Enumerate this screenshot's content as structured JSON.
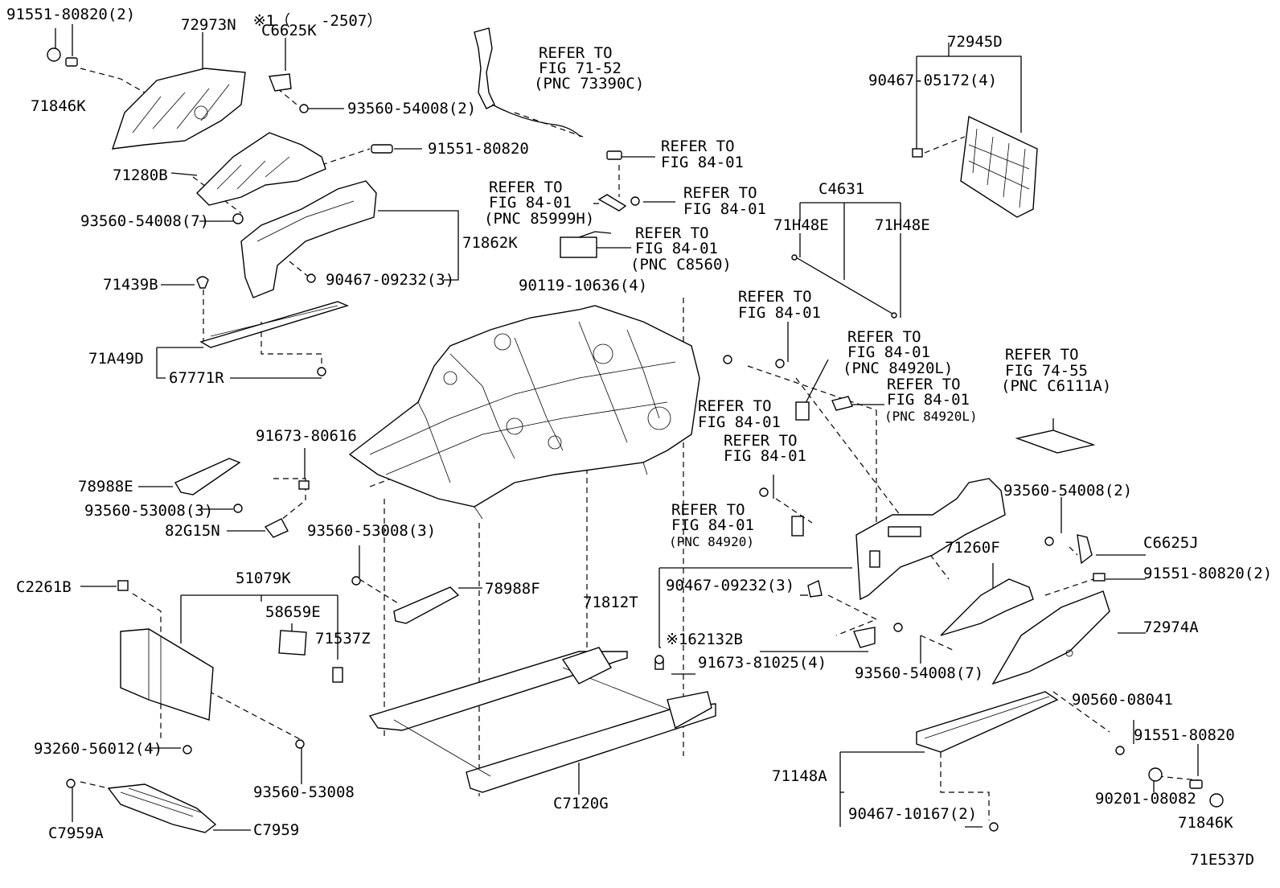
{
  "header": {
    "note": "※1（　　-2507）",
    "diagram_code": "71E537D"
  },
  "labels": [
    "91551-80820(2)",
    "72973N",
    "C6625K",
    "71846K",
    "93560-54008(2)",
    "91551-80820",
    "71280B",
    "93560-54008(7)",
    "71862K",
    "90467-09232(3)",
    "71439B",
    "71A49D",
    "67771R",
    "72945D",
    "90467-05172(4)",
    "C4631",
    "71H48E",
    "71H48E",
    "91673-80616",
    "78988E",
    "93560-53008(3)",
    "82G15N",
    "93560-53008(3)",
    "78988F",
    "C2261B",
    "51079K",
    "58659E",
    "71537Z",
    "93260-56012(4)",
    "93560-53008",
    "C7959A",
    "C7959",
    "C7120G",
    "90119-10636(4)",
    "71812T",
    "90467-09232(3)",
    "※162132B",
    "91673-81025(4)",
    "93560-54008(2)",
    "C6625J",
    "71260F",
    "91551-80820(2)",
    "72974A",
    "93560-54008(7)",
    "90560-08041",
    "91551-80820",
    "71148A",
    "90201-08082",
    "90467-10167(2)",
    "71846K"
  ],
  "refs": [
    [
      "REFER TO",
      "FIG 71-52",
      "(PNC 73390C)"
    ],
    [
      "REFER TO",
      "FIG 84-01"
    ],
    [
      "REFER TO",
      "FIG 84-01",
      "(PNC 85999H)"
    ],
    [
      "REFER TO",
      "FIG 84-01"
    ],
    [
      "REFER TO",
      "FIG 84-01",
      "(PNC C8560)"
    ],
    [
      "REFER TO",
      "FIG 84-01"
    ],
    [
      "REFER TO",
      "FIG 84-01",
      "(PNC 84920L)"
    ],
    [
      "REFER TO",
      "FIG 84-01",
      "(PNC 84920L)"
    ],
    [
      "REFER TO",
      "FIG 84-01"
    ],
    [
      "REFER TO",
      "FIG 84-01"
    ],
    [
      "REFER TO",
      "FIG 84-01",
      "(PNC 84920)"
    ],
    [
      "REFER TO",
      "FIG 74-55",
      "(PNC C6111A)"
    ]
  ]
}
